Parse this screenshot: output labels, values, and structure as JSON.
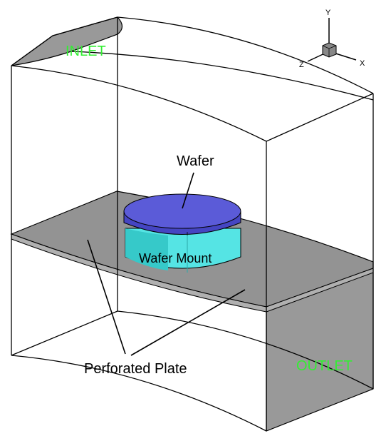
{
  "labels": {
    "inlet": "INLET",
    "outlet": "OUTLET",
    "wafer": "Wafer",
    "wafer_mount": "Wafer Mount",
    "perforated_plate": "Perforated Plate"
  },
  "axes": {
    "y": "Y",
    "z": "Z",
    "x": "X"
  },
  "colors": {
    "background": "#ffffff",
    "inlet_outlet_fill": "#999999",
    "plate_fill": "#939393",
    "plate_edge_fill": "#b0b0b0",
    "wafer_top": "#5b5bd8",
    "wafer_side": "#4545c2",
    "mount_side": "#55e4e4",
    "mount_shade": "#36c9c9",
    "label_green": "#33ee33",
    "line": "#000000"
  }
}
